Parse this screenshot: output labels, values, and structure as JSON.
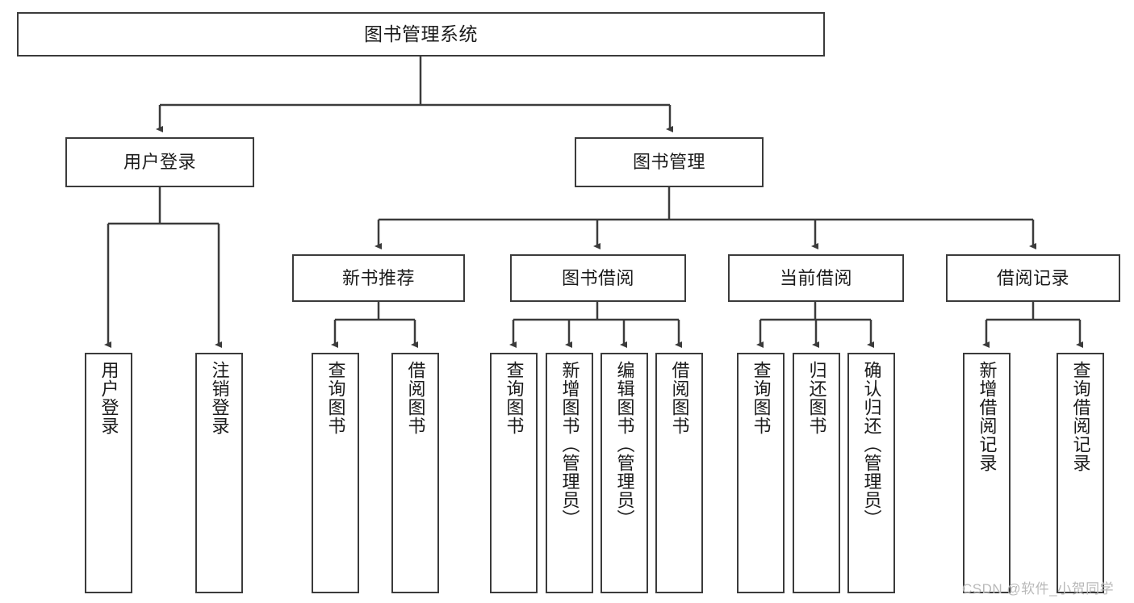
{
  "diagram": {
    "type": "tree",
    "title": "图书管理系统",
    "watermark": "CSDN @软件_小贺同学",
    "colors": {
      "box_border": "#3b3b3b",
      "box_fill": "#ffffff",
      "connector": "#3b3b3b",
      "text": "#1b1b1b",
      "watermark": "#b9b9b9"
    },
    "nodes": {
      "root": {
        "label": "图书管理系统"
      },
      "level2": [
        {
          "id": "user-login",
          "label": "用户登录"
        },
        {
          "id": "book-management",
          "label": "图书管理"
        }
      ],
      "level3": [
        {
          "id": "new-book-recommend",
          "label": "新书推荐"
        },
        {
          "id": "book-borrow",
          "label": "图书借阅"
        },
        {
          "id": "current-borrow",
          "label": "当前借阅"
        },
        {
          "id": "borrow-record",
          "label": "借阅记录"
        }
      ],
      "leaves": {
        "user_login": [
          {
            "id": "leaf-user-login",
            "label": "用户登录"
          },
          {
            "id": "leaf-logout",
            "label": "注销登录"
          }
        ],
        "new_book_recommend": [
          {
            "id": "leaf-query-book-1",
            "label": "查询图书"
          },
          {
            "id": "leaf-borrow-book-1",
            "label": "借阅图书"
          }
        ],
        "book_borrow": [
          {
            "id": "leaf-query-book-2",
            "label": "查询图书"
          },
          {
            "id": "leaf-add-book",
            "label": "新增图书（管理员）"
          },
          {
            "id": "leaf-edit-book",
            "label": "编辑图书（管理员）"
          },
          {
            "id": "leaf-borrow-book-2",
            "label": "借阅图书"
          }
        ],
        "current_borrow": [
          {
            "id": "leaf-query-book-3",
            "label": "查询图书"
          },
          {
            "id": "leaf-return-book",
            "label": "归还图书"
          },
          {
            "id": "leaf-confirm-return",
            "label": "确认归还（管理员）"
          }
        ],
        "borrow_record": [
          {
            "id": "leaf-add-record",
            "label": "新增借阅记录"
          },
          {
            "id": "leaf-query-record",
            "label": "查询借阅记录"
          }
        ]
      }
    }
  }
}
